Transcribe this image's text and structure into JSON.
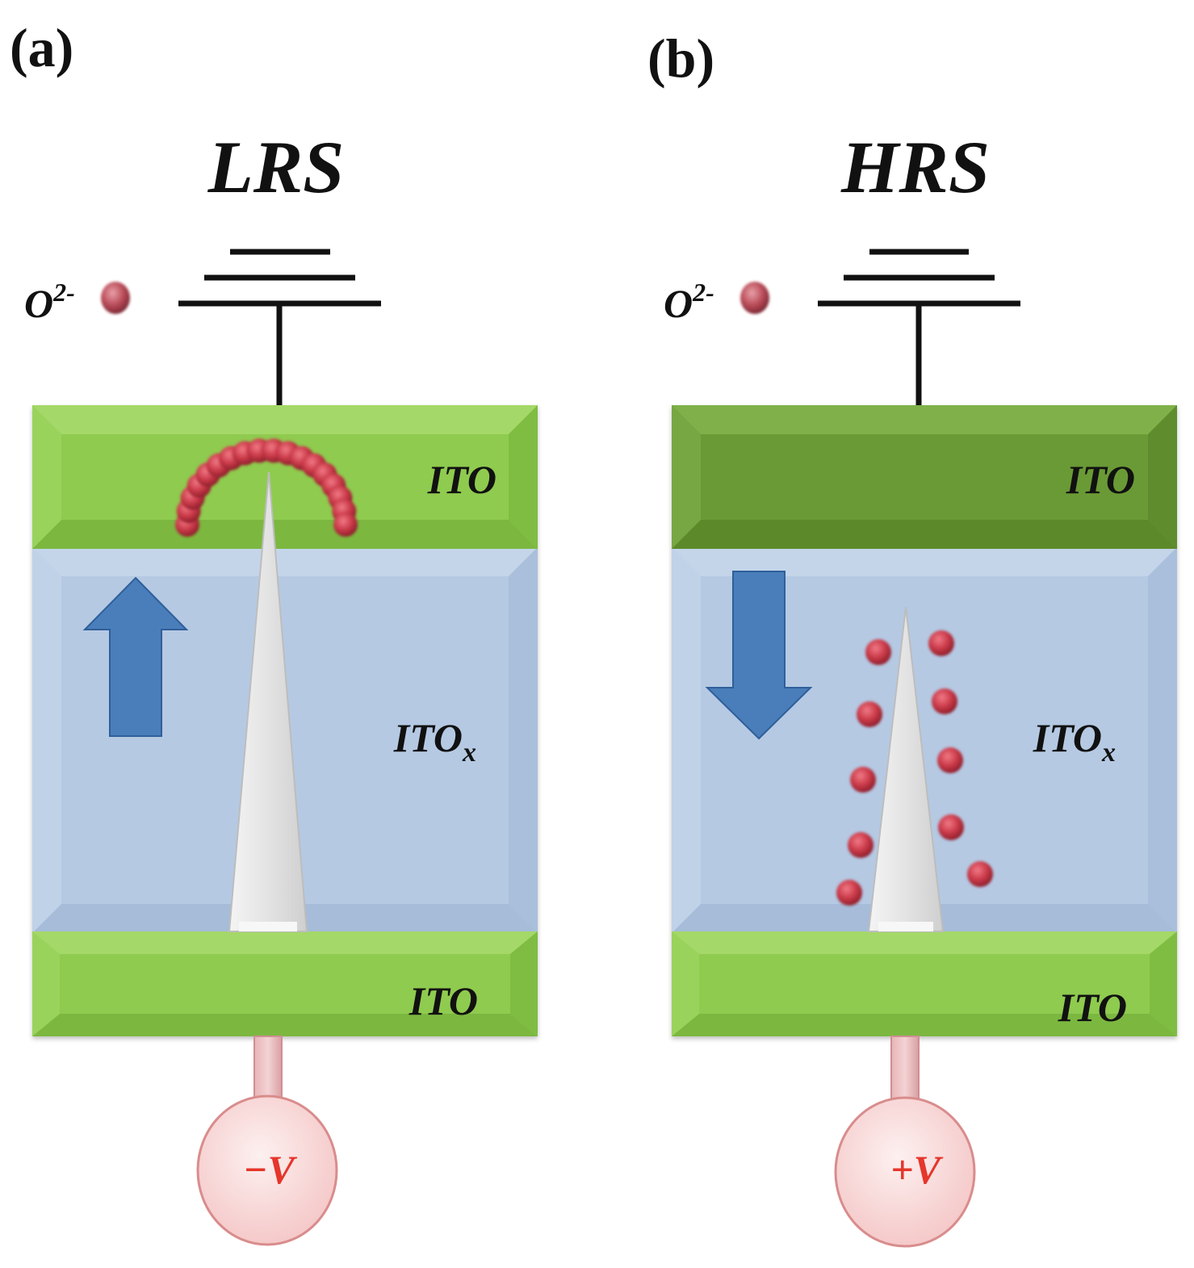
{
  "colors": {
    "ito": "#8fcb4f",
    "ito_dark": "#6b9a36",
    "itox": "#b5c9e3",
    "arrow": "#4a7ebb",
    "ion": "#cc3b4a",
    "source_fill": "#f8d6d6",
    "source_stroke": "#d98c8c",
    "filament": "#e6e6e6",
    "voltage_text": "#e5362b"
  },
  "panels": [
    {
      "label": "(a)",
      "state": "LRS",
      "legend": {
        "text": "O",
        "sup": "2-"
      },
      "top_electrode": "ITO",
      "switching_layer": {
        "base": "ITO",
        "sub": "x"
      },
      "bottom_electrode": "ITO",
      "voltage": "−V",
      "arrow_direction": "up",
      "ions_visible": 18
    },
    {
      "label": "(b)",
      "state": "HRS",
      "legend": {
        "text": "O",
        "sup": "2-"
      },
      "top_electrode": "ITO",
      "switching_layer": {
        "base": "ITO",
        "sub": "x"
      },
      "bottom_electrode": "ITO",
      "voltage": "+V",
      "arrow_direction": "down",
      "ions_visible": 11
    }
  ]
}
